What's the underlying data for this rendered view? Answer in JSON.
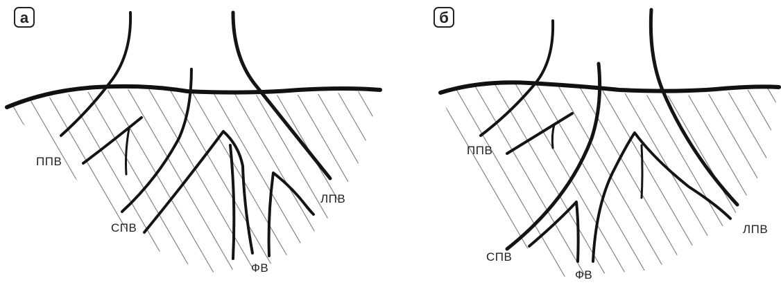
{
  "panels": [
    {
      "badge": "а",
      "labels": {
        "ppv": "ППВ",
        "spv": "СПВ",
        "fv": "ФВ",
        "lpv": "ЛПВ"
      }
    },
    {
      "badge": "б",
      "labels": {
        "ppv": "ППВ",
        "spv": "СПВ",
        "fv": "ФВ",
        "lpv": "ЛПВ"
      }
    }
  ]
}
